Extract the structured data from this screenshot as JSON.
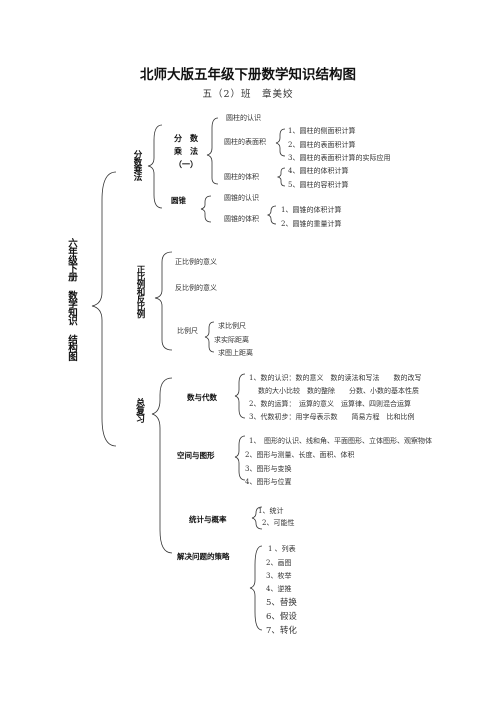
{
  "title": "北师大版五年级下册数学知识结构图",
  "subtitle": "五（2）班　章美姣",
  "root": "六年级下册 数学知识 结构图",
  "section1": {
    "label": "分数乘法",
    "sub1_label": "分　数\n乘　法\n（一）",
    "sub1_items": [
      "圆柱的认识",
      "圆柱的表面积",
      "圆柱的体积"
    ],
    "surface_items": [
      "1、圆柱的侧面积计算",
      "2、圆柱的表面积计算",
      "3、圆柱的表面积计算的实际应用"
    ],
    "volume_items": [
      "4、圆柱的体积计算",
      "5、圆柱的容积计算"
    ],
    "cone_label": "圆锥",
    "cone_items": [
      "圆锥的认识",
      "圆锥的体积"
    ],
    "cone_volume_items": [
      "1、圆锥的体积计算",
      "2、圆锥的重量计算"
    ]
  },
  "section2": {
    "label": "正比例和反比例",
    "items": [
      "正比例的意义",
      "反比例的意义",
      "比例尺"
    ],
    "scale_items": [
      "求比例尺",
      "求实际距离",
      "求图上距离"
    ]
  },
  "section3": {
    "label": "总复习",
    "numbers_label": "数与代数",
    "numbers_items": [
      "1、数的认识：数的意义　数的读法和写法　　数的改写",
      "数的大小比较　数的整除　　分数、小数的基本性质",
      "2、数的运算：　运算的意义　运算律、四则混合运算",
      "3、代数初步：用字母表示数　　简易方程　比和比例"
    ],
    "space_label": "空间与图形",
    "space_items": [
      "1、　图形的认识、线和角、平面图形、立体图形、观察物体",
      "2、图形与测量、长度、面积、体积",
      "3、图形与变换",
      "4、图形与位置"
    ],
    "stats_label": "统计与概率",
    "stats_items": [
      "1、统计",
      "2、可能性"
    ],
    "strategy_label": "解决问题的策略",
    "strategy_items": [
      "1 、列表",
      "2、画图",
      "3、枚举",
      "4、逆推",
      "5、替换",
      "6、假设",
      "7、转化"
    ]
  }
}
